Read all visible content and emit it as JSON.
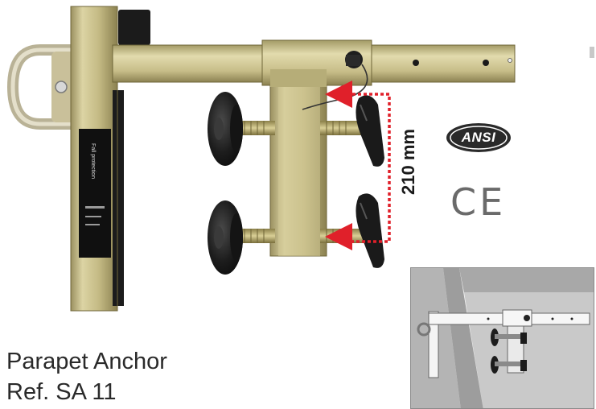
{
  "caption": {
    "line1": "Parapet Anchor",
    "line2": "Ref. SA 11"
  },
  "dimension": {
    "label": "210 mm"
  },
  "certifications": {
    "ansi_label": "ANSI",
    "ce_label": "CE"
  },
  "device_label_text": "Fall protection",
  "colors": {
    "metal": "#c8bf8a",
    "metal_dark": "#8e8452",
    "rubber": "#1e1e1e",
    "dimension_red": "#e0202a",
    "inset_wall": "#a9a9a9",
    "inset_ground": "#cfcfcf"
  },
  "icons": [
    "d-ring-icon",
    "clamp-pad-icon",
    "t-handle-icon",
    "arrow-right-icon",
    "ansi-logo-icon",
    "ce-mark-icon"
  ]
}
